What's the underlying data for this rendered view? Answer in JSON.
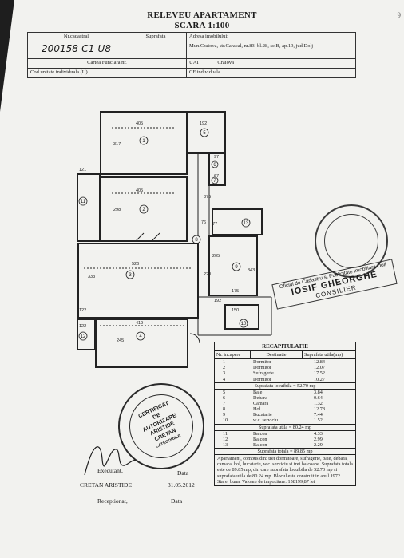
{
  "page_number": "9",
  "title": "RELEVEU APARTAMENT",
  "scale": "SCARA 1:100",
  "header": {
    "nr_cadastral_label": "Nr.cadastral",
    "nr_cadastral_value": "200158-C1-U8",
    "suprafata_label": "Suprafata",
    "adresa_label": "Adresa imobilului:",
    "adresa_value": "Mun.Craiova, str.Caracal, nr.83, bl.28, sc.B, ap.19, jud.Dolj",
    "carte_funciara_label": "Cartea Funciara nr.",
    "uat_label": "UAT",
    "uat_value": "Craiova",
    "cod_unitate_label": "Cod unitate individuala (U)",
    "cf_individuala_label": "CF individuala"
  },
  "plan": {
    "dims": [
      "405",
      "192",
      "317",
      "405",
      "298",
      "526",
      "333",
      "419",
      "245",
      "375",
      "220",
      "192",
      "121",
      "122",
      "205",
      "343",
      "175",
      "97",
      "67",
      "77",
      "76",
      "150",
      "122"
    ],
    "rooms": [
      "1",
      "2",
      "3",
      "4",
      "5",
      "6",
      "7",
      "8",
      "9",
      "10",
      "11",
      "12",
      "13"
    ]
  },
  "recap": {
    "title": "RECAPITULATIE",
    "col_nr": "Nr. incapere",
    "col_dest": "Destinatie",
    "col_supr": "Suprafata utila(mp)",
    "rows_a": [
      {
        "nr": "1",
        "dest": "Dormitor",
        "supr": "12.84"
      },
      {
        "nr": "2",
        "dest": "Dormitor",
        "supr": "12.07"
      },
      {
        "nr": "3",
        "dest": "Sufragerie",
        "supr": "17.52"
      },
      {
        "nr": "4",
        "dest": "Dormitor",
        "supr": "10.27"
      }
    ],
    "sum_a": "Suprafata locuibila = 52.70 mp",
    "rows_b": [
      {
        "nr": "5",
        "dest": "Baie",
        "supr": "3.84"
      },
      {
        "nr": "6",
        "dest": "Debara",
        "supr": "0.64"
      },
      {
        "nr": "7",
        "dest": "Camara",
        "supr": "1.32"
      },
      {
        "nr": "8",
        "dest": "Hol",
        "supr": "12.78"
      },
      {
        "nr": "9",
        "dest": "Bucatarie",
        "supr": "7.44"
      },
      {
        "nr": "10",
        "dest": "w.c. serviciu",
        "supr": "1.52"
      }
    ],
    "sum_b": "Suprafata utila = 80.24 mp",
    "rows_c": [
      {
        "nr": "11",
        "dest": "Balcon",
        "supr": "4.33"
      },
      {
        "nr": "12",
        "dest": "Balcon",
        "supr": "2.99"
      },
      {
        "nr": "13",
        "dest": "Balcon",
        "supr": "2.29"
      }
    ],
    "sum_c": "Suprafata totala = 89.85 mp",
    "notes": "Apartament, compus din: trei dormitoare, sufragerie, baie, debara, camara, hol, bucatarie, w.c. serviciu si trei balcoane. Suprafata totala este de 89.85 mp, din care suprafata locuibila de 52.70 mp si suprafata utila de 80.24 mp. Blocul este construit in anul 1972. Stare: buna. Valoare de impozitare: 158199,87 lei"
  },
  "footer": {
    "executant_label": "Executant,",
    "data_label": "Data",
    "executant_name": "CRETAN ARISTIDE",
    "executant_date": "31.05.2012",
    "receptionat_label": "Receptionat,",
    "data_label2": "Data"
  },
  "stamp_oficiu": {
    "box1": "Oficiul de Cadastru si Publicitate Imobiliara Dolj",
    "name": "IOSIF GHEORGHE",
    "role": "CONSILIER"
  },
  "stamp_cert": {
    "line1": "CERTIFICAT",
    "line2": "DE",
    "line3": "AUTORIZARE",
    "line4": "ARISTIDE",
    "line5": "CRETAN",
    "line6": "CATEGORIILE"
  }
}
